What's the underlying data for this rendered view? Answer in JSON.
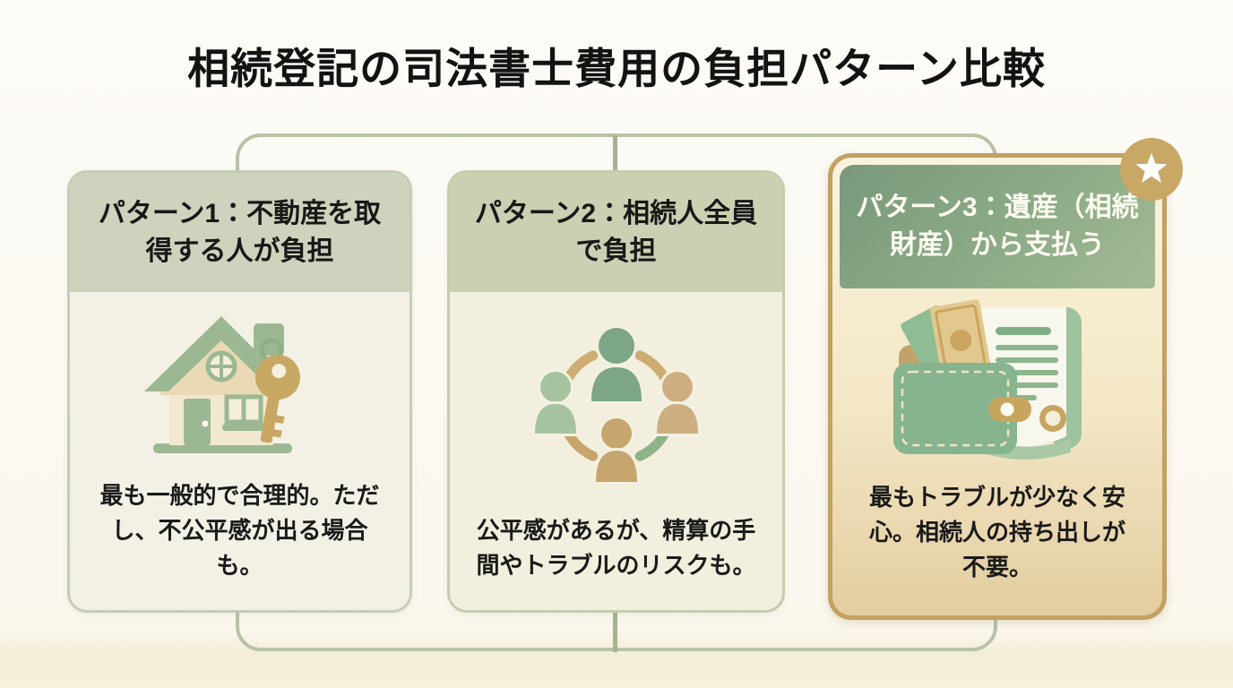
{
  "title": "相続登記の司法書士費用の負担パターン比較",
  "colors": {
    "frame_line": "#b9c2a7",
    "card1_header_bg": "#cdd3bd",
    "card2_header_bg": "#cbd0b2",
    "card3_header_bg": "#84a383",
    "card3_border": "#c2a162",
    "badge_gold": "#c9a765",
    "accent_green": "#8fb992",
    "accent_gold": "#c8a763",
    "text": "#131313"
  },
  "cards": [
    {
      "id": "pattern-1",
      "header": "パターン1：不動産を取得する人が負担",
      "description": "最も一般的で合理的。ただし、不公平感が出る場合も。",
      "icon": "house-key-icon",
      "highlighted": false
    },
    {
      "id": "pattern-2",
      "header": "パターン2：相続人全員で負担",
      "description": "公平感があるが、精算の手間やトラブルのリスクも。",
      "icon": "heirs-circle-icon",
      "highlighted": false
    },
    {
      "id": "pattern-3",
      "header": "パターン3：遺産（相続財産）から支払う",
      "description": "最もトラブルが少なく安心。相続人の持ち出しが不要。",
      "icon": "wallet-document-icon",
      "highlighted": true,
      "badge": "star-icon"
    }
  ]
}
